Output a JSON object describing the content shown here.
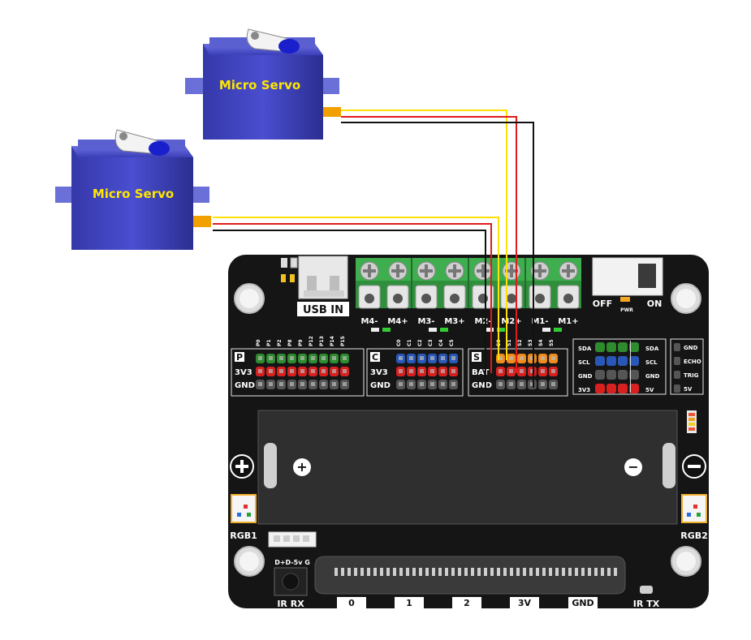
{
  "servos": [
    {
      "label": "Micro Servo"
    },
    {
      "label": "Micro Servo"
    }
  ],
  "board": {
    "usb_label": "USB IN",
    "switch_off": "OFF",
    "switch_on": "ON",
    "pwr_label": "PWR",
    "motor_terminals": [
      "M4-",
      "M4+",
      "M3-",
      "M3+",
      "M2-",
      "M2+",
      "M1-",
      "M1+"
    ],
    "p_header": {
      "tag": "P",
      "pins": [
        "P0",
        "P1",
        "P2",
        "P8",
        "P9",
        "P12",
        "P13",
        "P14",
        "P15"
      ],
      "rows": [
        "3V3",
        "GND"
      ]
    },
    "c_header": {
      "tag": "C",
      "pins": [
        "C0",
        "C1",
        "C2",
        "C3",
        "C4",
        "C5"
      ],
      "rows": [
        "3V3",
        "GND"
      ]
    },
    "s_header": {
      "tag": "S",
      "pins": [
        "S0",
        "S1",
        "S2",
        "S3",
        "S4",
        "S5"
      ],
      "rows": [
        "BAT",
        "GND"
      ]
    },
    "i2c_left": [
      "SDA",
      "SCL",
      "GND",
      "3V3"
    ],
    "i2c_right": [
      "SDA",
      "SCL",
      "GND",
      "5V"
    ],
    "ultrasonic": [
      "GND",
      "ECHO",
      "TRIG",
      "5V"
    ],
    "battery_plus": "+",
    "battery_minus": "−",
    "rgb_left": "RGB1",
    "rgb_right": "RGB2",
    "ir_rx": "IR RX",
    "ir_tx": "IR TX",
    "ir_connector_pins": "D+D-5v G",
    "edge_pads": [
      "0",
      "1",
      "2",
      "3V",
      "GND"
    ]
  },
  "colors": {
    "board": "#151515",
    "servo_body": "#3b3fb8",
    "servo_label": "#ffe600",
    "terminal": "#3fae4f",
    "wire_signal": "#ffe000",
    "wire_power": "#e11b1b",
    "wire_ground": "#111111",
    "pin_green": "#2e8b2e",
    "pin_red": "#d82020",
    "pin_blue": "#2857b8",
    "pin_orange": "#f08a1a",
    "pin_gray": "#555555"
  }
}
